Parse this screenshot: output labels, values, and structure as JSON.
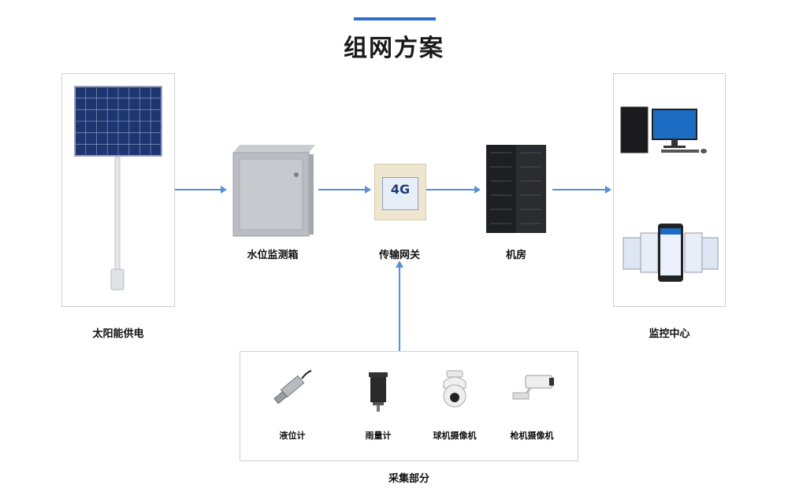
{
  "title": "组网方案",
  "colors": {
    "accent": "#2f6fd0",
    "arrow": "#5b8fd6",
    "panel_border": "#cfcfcf"
  },
  "nodes": {
    "solar": "太阳能供电",
    "box": "水位监测箱",
    "gateway": "传输网关",
    "server_room": "机房",
    "monitor": "监控中心"
  },
  "gateway_badge": "4G",
  "collection": {
    "title": "采集部分",
    "items": [
      {
        "label": "液位计",
        "icon": "level-sensor-icon"
      },
      {
        "label": "雨量计",
        "icon": "rain-gauge-icon"
      },
      {
        "label": "球机摄像机",
        "icon": "dome-camera-icon"
      },
      {
        "label": "枪机摄像机",
        "icon": "bullet-camera-icon"
      }
    ]
  }
}
